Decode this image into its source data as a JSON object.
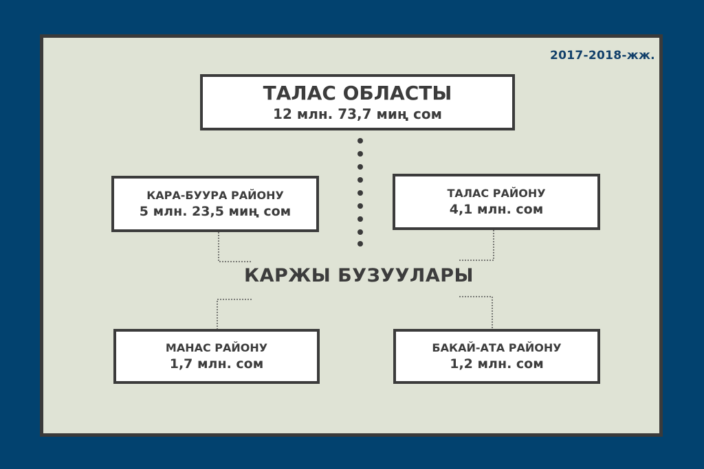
{
  "period": "2017-2018-жж.",
  "region": {
    "title": "ТАЛАС ОБЛАСТЫ",
    "value": "12 млн. 73,7 миң сом"
  },
  "districts": {
    "kara_buura": {
      "title": "КАРА-БУУРА РАЙОНУ",
      "value": "5 млн. 23,5 миң сом"
    },
    "talas": {
      "title": "ТАЛАС РАЙОНУ",
      "value": "4,1 млн. сом"
    },
    "manas": {
      "title": "МАНАС РАЙОНУ",
      "value": "1,7 млн. сом"
    },
    "bakai_ata": {
      "title": "БАКАЙ-АТА РАЙОНУ",
      "value": "1,2 млн. сом"
    }
  },
  "center_label": "КАРЖЫ БУЗУУЛАРЫ",
  "colors": {
    "background": "#02426f",
    "panel": "#dfe3d5",
    "box_border": "#3b3b3b",
    "text": "#3c3c3c",
    "accent": "#12406a"
  }
}
